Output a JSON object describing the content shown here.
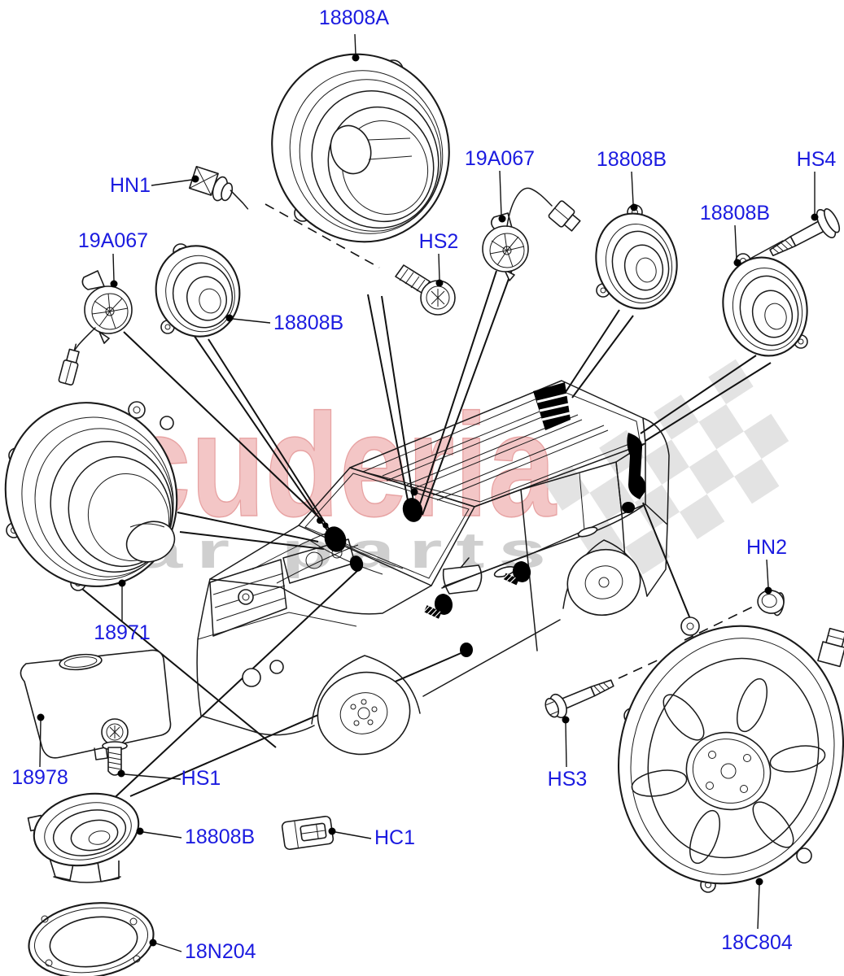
{
  "diagram": {
    "type": "vehicle-parts-exploded-diagram",
    "vehicle": "Land Rover Discovery SUV line art",
    "watermark": {
      "brand": "scuderia",
      "subtitle": "car parts"
    },
    "colors": {
      "label_blue": "#1b1be0",
      "line_black": "#1a1a1a",
      "watermark_pink": "#f3c6c6",
      "watermark_gray": "#cfcfcf",
      "flag_gray": "#d9d9d9",
      "background": "#ffffff"
    }
  },
  "labels": [
    {
      "id": "18808A-front-door-speaker",
      "text": "18808A"
    },
    {
      "id": "HN1-nut",
      "text": "HN1"
    },
    {
      "id": "19A067-tweeter-left",
      "text": "19A067"
    },
    {
      "id": "18808B-speaker-midleft",
      "text": "18808B"
    },
    {
      "id": "HS2-screw",
      "text": "HS2"
    },
    {
      "id": "19A067-tweeter-center",
      "text": "19A067"
    },
    {
      "id": "18808B-speaker-topright",
      "text": "18808B"
    },
    {
      "id": "HS4-bolt",
      "text": "HS4"
    },
    {
      "id": "18808B-speaker-right",
      "text": "18808B"
    },
    {
      "id": "HN2-nut",
      "text": "HN2"
    },
    {
      "id": "18971-speaker-large",
      "text": "18971"
    },
    {
      "id": "18978-speaker-cover",
      "text": "18978"
    },
    {
      "id": "HS1-screw",
      "text": "HS1"
    },
    {
      "id": "18808B-speaker-bottom",
      "text": "18808B"
    },
    {
      "id": "HC1-clip",
      "text": "HC1"
    },
    {
      "id": "18N204-spacer-ring",
      "text": "18N204"
    },
    {
      "id": "HS3-bolt",
      "text": "HS3"
    },
    {
      "id": "18C804-subwoofer",
      "text": "18C804"
    }
  ]
}
